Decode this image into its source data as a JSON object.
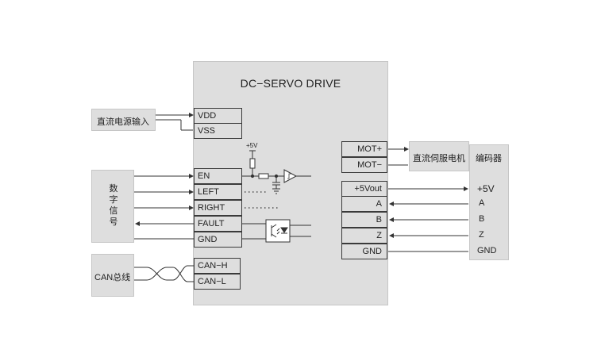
{
  "drive": {
    "title": "DC−SERVO DRIVE",
    "power_terminals": [
      "VDD",
      "VSS"
    ],
    "io_terminals": [
      "EN",
      "LEFT",
      "RIGHT",
      "FAULT",
      "GND"
    ],
    "can_terminals": [
      "CAN−H",
      "CAN−L"
    ],
    "motor_terminals": [
      "MOT+",
      "MOT−"
    ],
    "encoder_terminals": [
      "+5Vout",
      "A",
      "B",
      "Z",
      "GND"
    ],
    "pullup_label": "+5V"
  },
  "external": {
    "dc_power": "直流电源输入",
    "digital_signal": "数字信号",
    "can_bus": "CAN总线",
    "motor": "直流伺服电机",
    "encoder": "编码器",
    "encoder_pins": [
      "+5V",
      "A",
      "B",
      "Z",
      "GND"
    ]
  }
}
